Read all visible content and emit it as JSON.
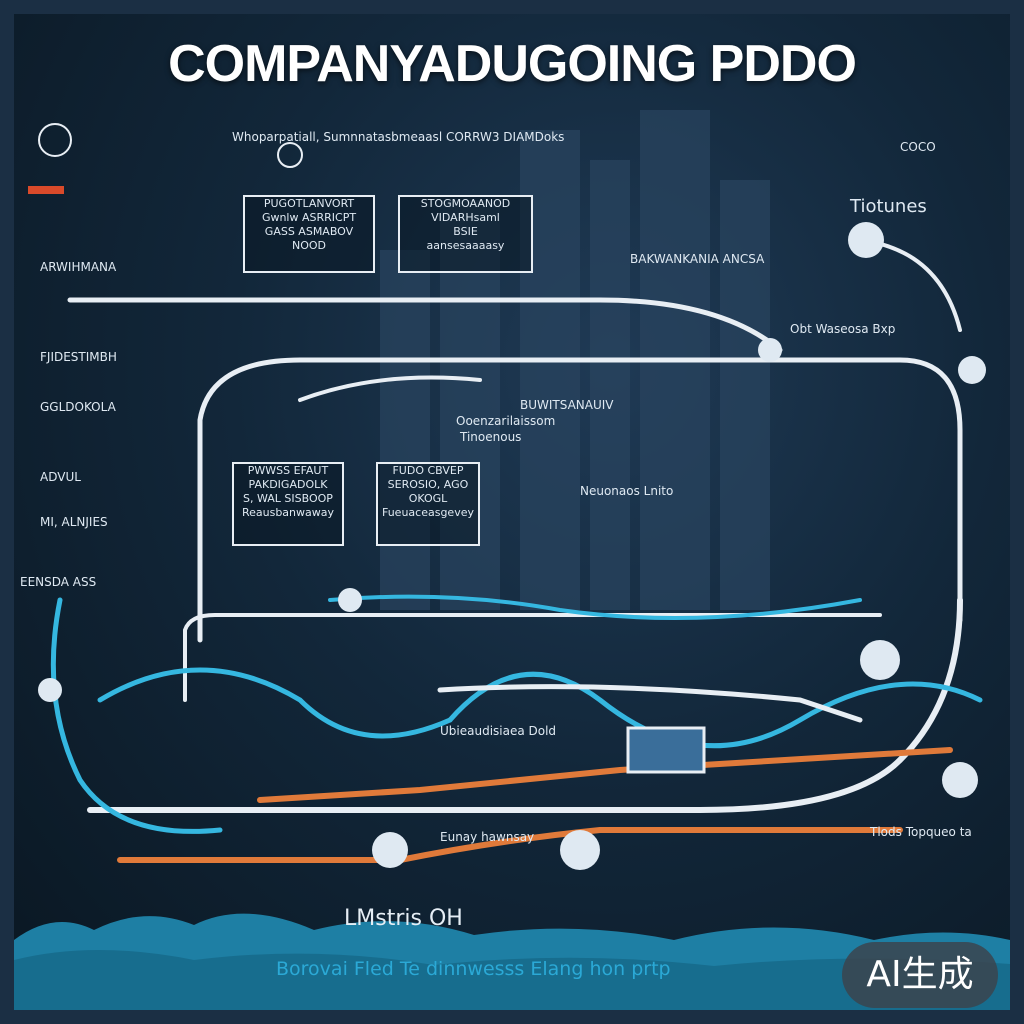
{
  "title": "COMPANYADUGOING PDDO",
  "labels": {
    "top_strip": "Whoparpatiall, Sumnnatasbmeaasl CORRW3 DIAMDoks",
    "top_right_1": "COCO",
    "top_right_2": "Tiotunes",
    "left_1": "ARWIHMANA",
    "left_2": "FJIDESTIMBH",
    "left_3": "GGLDOKOLA",
    "left_4": "ADVUL",
    "left_5": "MI, ALNJIES",
    "left_6": "EENSDA ASS",
    "mid_right_1": "BAKWANKANIA ANCSA",
    "mid_right_2": "Obt Waseosa Bxp",
    "center_1": "BUWITSANAUIV",
    "center_2": "Ooenzarilaissom",
    "center_3": "Tinoenous",
    "right_3": "Neuonaos Lnito",
    "lower_center": "Ubieaudisiaea Dold",
    "bottom_right": "Tlods Topqueo ta",
    "bottom_center": "Eunay hawnsay"
  },
  "boxes": {
    "box1": [
      "PUGOTLANVORT",
      "Gwnlw ASRRICPT",
      "GASS ASMABOV",
      "NOOD"
    ],
    "box2": [
      "STOGMOAANOD",
      "VIDARHsaml",
      "BSIE",
      "aansesaaaasy"
    ],
    "box3": [
      "PWWSS EFAUT",
      "PAKDIGADOLK",
      "S, WAL SISBOOP",
      "Reausbanwaway"
    ],
    "box4": [
      "FUDO CBVEP",
      "SEROSIO, AGO",
      "OKOGL",
      "Fueuaceasgevey"
    ]
  },
  "caption": "LMstris OH",
  "subcaption": "Borovai Fled Te dinnwesss Elang hon prtp",
  "badge": "AI生成",
  "colors": {
    "background": "#12273a",
    "line_white": "#e8eef4",
    "line_cyan": "#35b7e0",
    "line_orange": "#e07a3a",
    "water": "#1e7fa4"
  }
}
